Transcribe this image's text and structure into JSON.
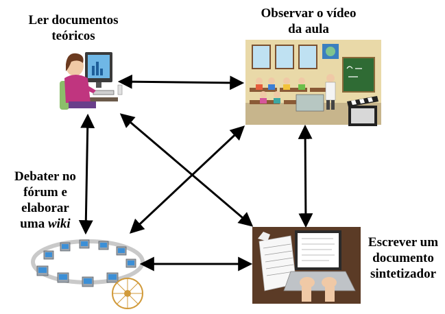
{
  "nodes": {
    "read": {
      "label_lines": [
        "Ler documentos",
        "teóricos"
      ],
      "icon": "person-at-computer-icon"
    },
    "video": {
      "label_lines": [
        "Observar o vídeo",
        "da aula"
      ],
      "icon": "classroom-icon"
    },
    "debate": {
      "label_lines": [
        "Debater no",
        "fórum e",
        "elaborar"
      ],
      "label_last_prefix": "uma ",
      "label_last_italic": "wiki",
      "icon": "computer-network-icon"
    },
    "write": {
      "label_lines": [
        "Escrever um",
        "documento",
        "sintetizador"
      ],
      "icon": "laptop-writing-icon"
    }
  },
  "edges": [
    {
      "from": "read",
      "to": "video",
      "direction": "both"
    },
    {
      "from": "read",
      "to": "debate",
      "direction": "both"
    },
    {
      "from": "read",
      "to": "write",
      "direction": "both"
    },
    {
      "from": "video",
      "to": "debate",
      "direction": "both"
    },
    {
      "from": "video",
      "to": "write",
      "direction": "both"
    },
    {
      "from": "debate",
      "to": "write",
      "direction": "both"
    }
  ],
  "colors": {
    "arrow": "#000000",
    "board": "#2f6b34",
    "wall": "#e9d9a8",
    "sweater": "#c0357f",
    "desk_wood": "#7a5030"
  }
}
